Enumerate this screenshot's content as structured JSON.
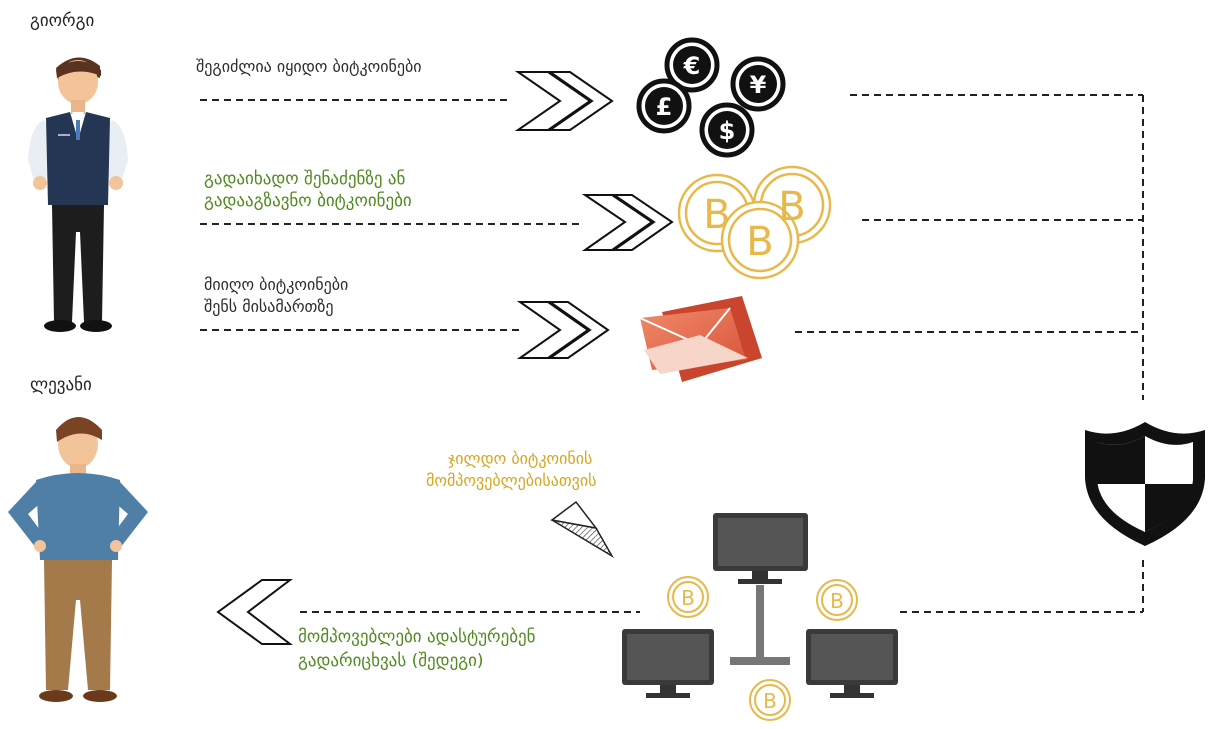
{
  "people": {
    "top_name": "გიორგი",
    "bottom_name": "ლევანი"
  },
  "steps": {
    "buy_label": "შეგიძლია იყიდო ბიტკოინები",
    "pay_line1": "გადაიხადო შენაძენზე ან",
    "pay_line2": "გადააგზავნო ბიტკოინები",
    "receive_line1": "მიიღო ბიტკოინები",
    "receive_line2": "შენს მისამართზე",
    "reward_line1": "ჯილდო ბიტკოინის",
    "reward_line2": "მომპოვებლებისათვის",
    "confirm_line1": "მომპოვებლები ადასტურებენ",
    "confirm_line2": "გადარიცხვას (შედეგი)"
  },
  "icons": {
    "currency_symbols": [
      "€",
      "¥",
      "£",
      "$"
    ],
    "bitcoin_symbol": "B"
  },
  "colors": {
    "green_text": "#4f8a1e",
    "gold_text": "#d9a520",
    "dark_text": "#2b2b2b",
    "coin_gold": "#e8b84a"
  }
}
